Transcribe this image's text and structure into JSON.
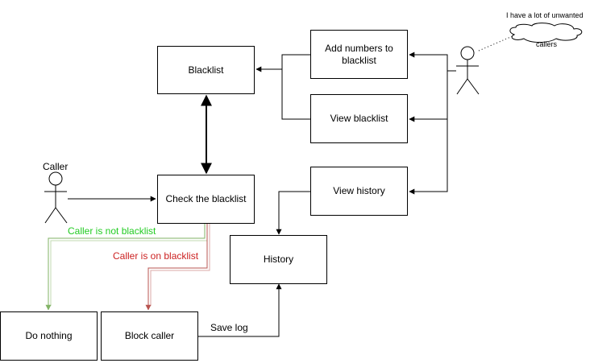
{
  "nodes": {
    "blacklist": "Blacklist",
    "add_numbers": "Add numbers to blacklist",
    "view_blacklist": "View blacklist",
    "view_history": "View history",
    "check_blacklist": "Check the blacklist",
    "history": "History",
    "do_nothing": "Do nothing",
    "block_caller": "Block caller"
  },
  "actors": {
    "caller": "Caller"
  },
  "edges": {
    "not_blacklisted": "Caller is not blacklist",
    "on_blacklist": "Caller is on blacklist",
    "save_log": "Save log"
  },
  "note": {
    "line1": "I have a lot of unwanted",
    "line2": "callers"
  },
  "colors": {
    "line": "#000000",
    "not_blacklisted": "#22cc22",
    "on_blacklist": "#cc2222",
    "not_blacklisted_edge": "#82b366",
    "on_blacklist_edge": "#b85450",
    "cloud_fill": "#ffffff"
  }
}
